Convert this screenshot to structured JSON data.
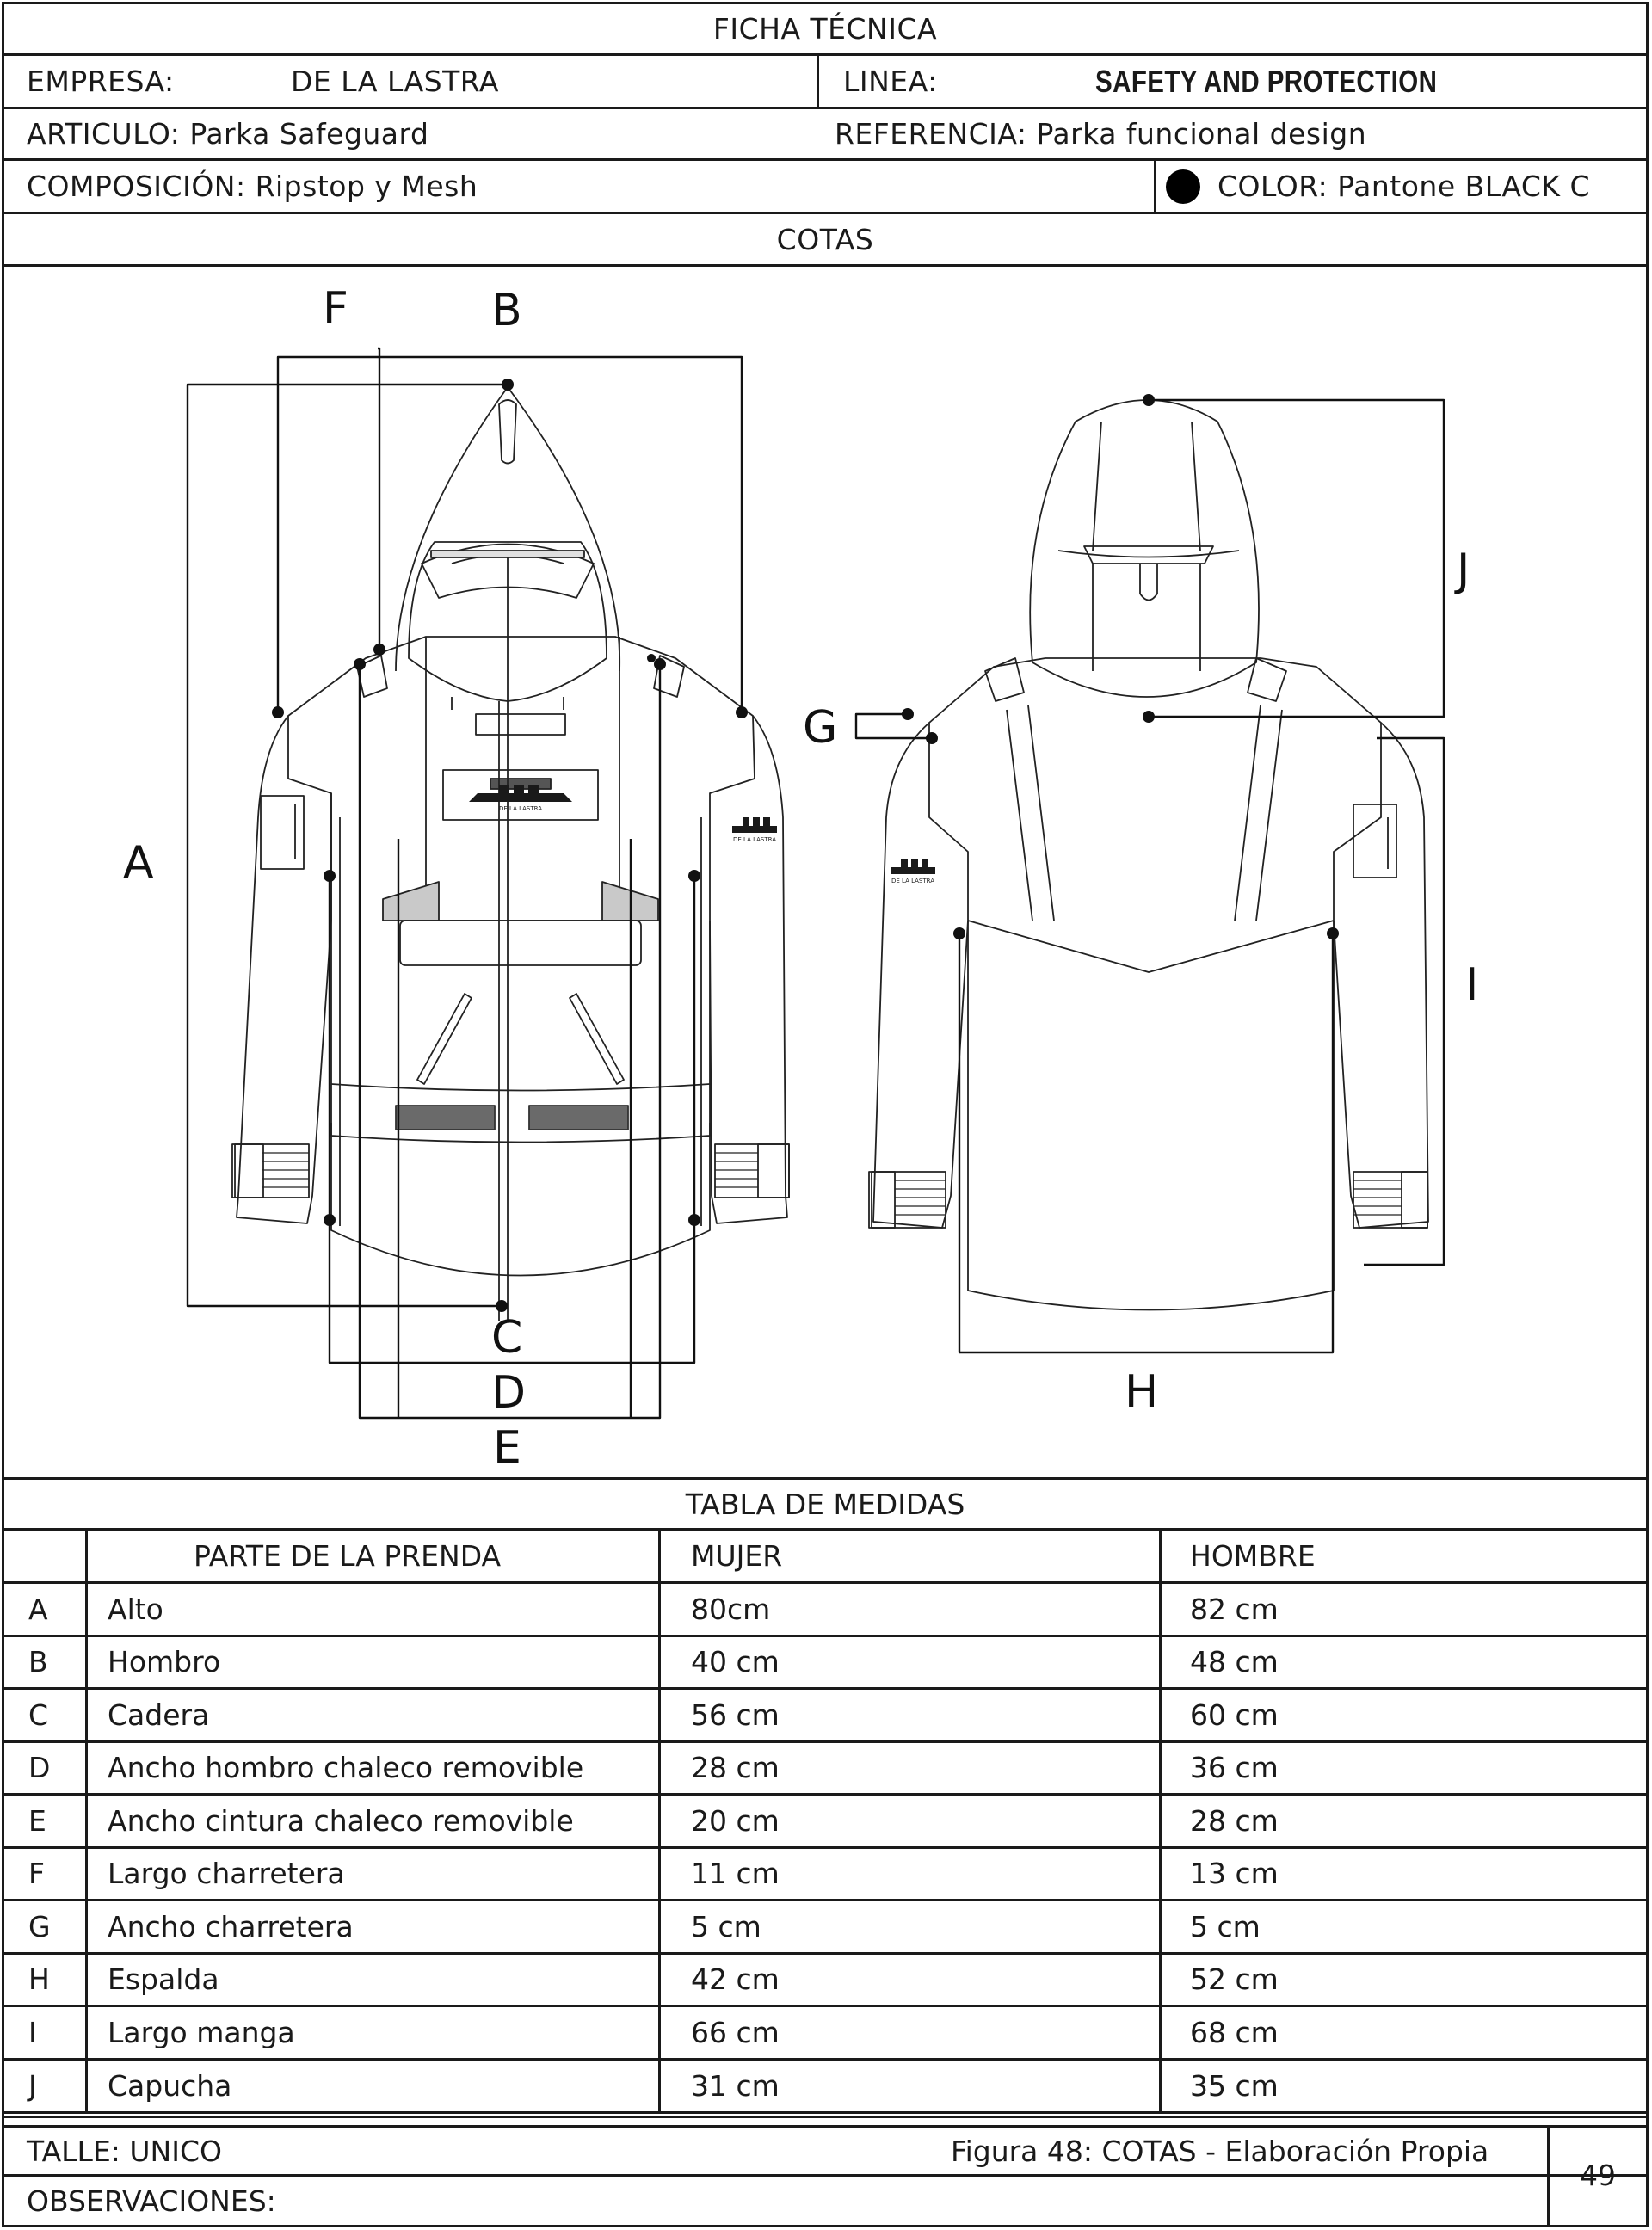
{
  "header": {
    "title": "FICHA TÉCNICA",
    "empresa_label": "EMPRESA:",
    "empresa_value": "DE LA LASTRA",
    "linea_label": "LINEA:",
    "linea_value": "SAFETY AND PROTECTION",
    "articulo": "ARTICULO: Parka Safeguard",
    "referencia": "REFERENCIA: Parka funcional design",
    "composicion": "COMPOSICIÓN: Ripstop y Mesh",
    "color_label": "COLOR: Pantone BLACK C",
    "color_swatch": "#000000",
    "section": "COTAS"
  },
  "drawing": {
    "brand_text": "DE LA LASTRA",
    "labels": {
      "A": "A",
      "B": "B",
      "C": "C",
      "D": "D",
      "E": "E",
      "F": "F",
      "G": "G",
      "H": "H",
      "I": "I",
      "J": "J"
    }
  },
  "table": {
    "title": "TABLA DE MEDIDAS",
    "columns": [
      "",
      "PARTE DE LA PRENDA",
      "MUJER",
      "HOMBRE"
    ],
    "rows": [
      {
        "code": "A",
        "part": "Alto",
        "mujer": "80cm",
        "hombre": "82 cm"
      },
      {
        "code": "B",
        "part": "Hombro",
        "mujer": "40 cm",
        "hombre": "48 cm"
      },
      {
        "code": "C",
        "part": "Cadera",
        "mujer": "56 cm",
        "hombre": "60 cm"
      },
      {
        "code": "D",
        "part": "Ancho hombro chaleco removible",
        "mujer": "28 cm",
        "hombre": "36 cm"
      },
      {
        "code": "E",
        "part": "Ancho cintura chaleco removible",
        "mujer": "20 cm",
        "hombre": "28 cm"
      },
      {
        "code": "F",
        "part": "Largo charretera",
        "mujer": "11 cm",
        "hombre": "13 cm"
      },
      {
        "code": "G",
        "part": "Ancho charretera",
        "mujer": "5 cm",
        "hombre": "5 cm"
      },
      {
        "code": "H",
        "part": "Espalda",
        "mujer": "42 cm",
        "hombre": "52 cm"
      },
      {
        "code": "I",
        "part": "Largo manga",
        "mujer": "66 cm",
        "hombre": "68 cm"
      },
      {
        "code": "J",
        "part": "Capucha",
        "mujer": "31 cm",
        "hombre": "35 cm"
      }
    ]
  },
  "footer": {
    "talle": "TALLE: UNICO",
    "observaciones": "OBSERVACIONES:",
    "figure_caption": "Figura 48: COTAS - Elaboración Propia",
    "page_number": "49"
  }
}
